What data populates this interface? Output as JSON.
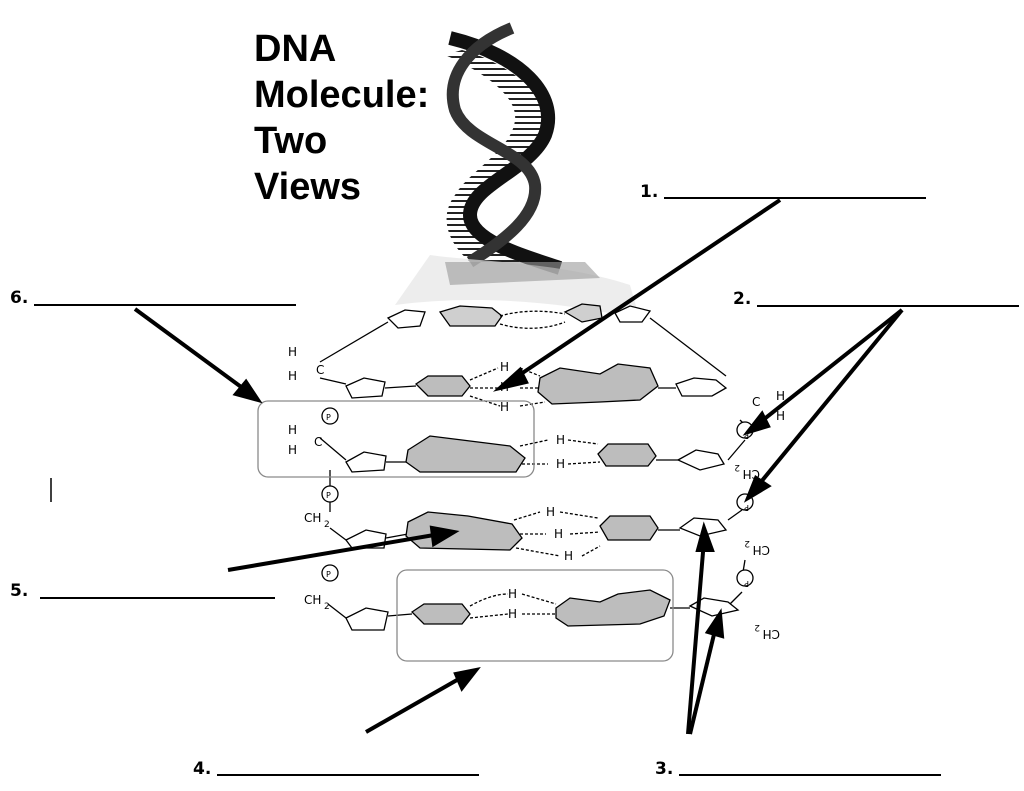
{
  "title": {
    "line1": "DNA",
    "line2": "Molecule:",
    "line3": "Two",
    "line4": "Views"
  },
  "labels": [
    {
      "number": "1."
    },
    {
      "number": "2."
    },
    {
      "number": "3."
    },
    {
      "number": "4."
    },
    {
      "number": "5."
    },
    {
      "number": "6."
    }
  ],
  "atoms": {
    "hydrogen": "H",
    "carbon": "C",
    "phosphate": "P",
    "methylene_c": "CH",
    "methylene_sub": "2"
  },
  "colors": {
    "ink": "#000000",
    "base_fill": "#bdbdbd",
    "box_stroke": "#8a8a8a"
  }
}
